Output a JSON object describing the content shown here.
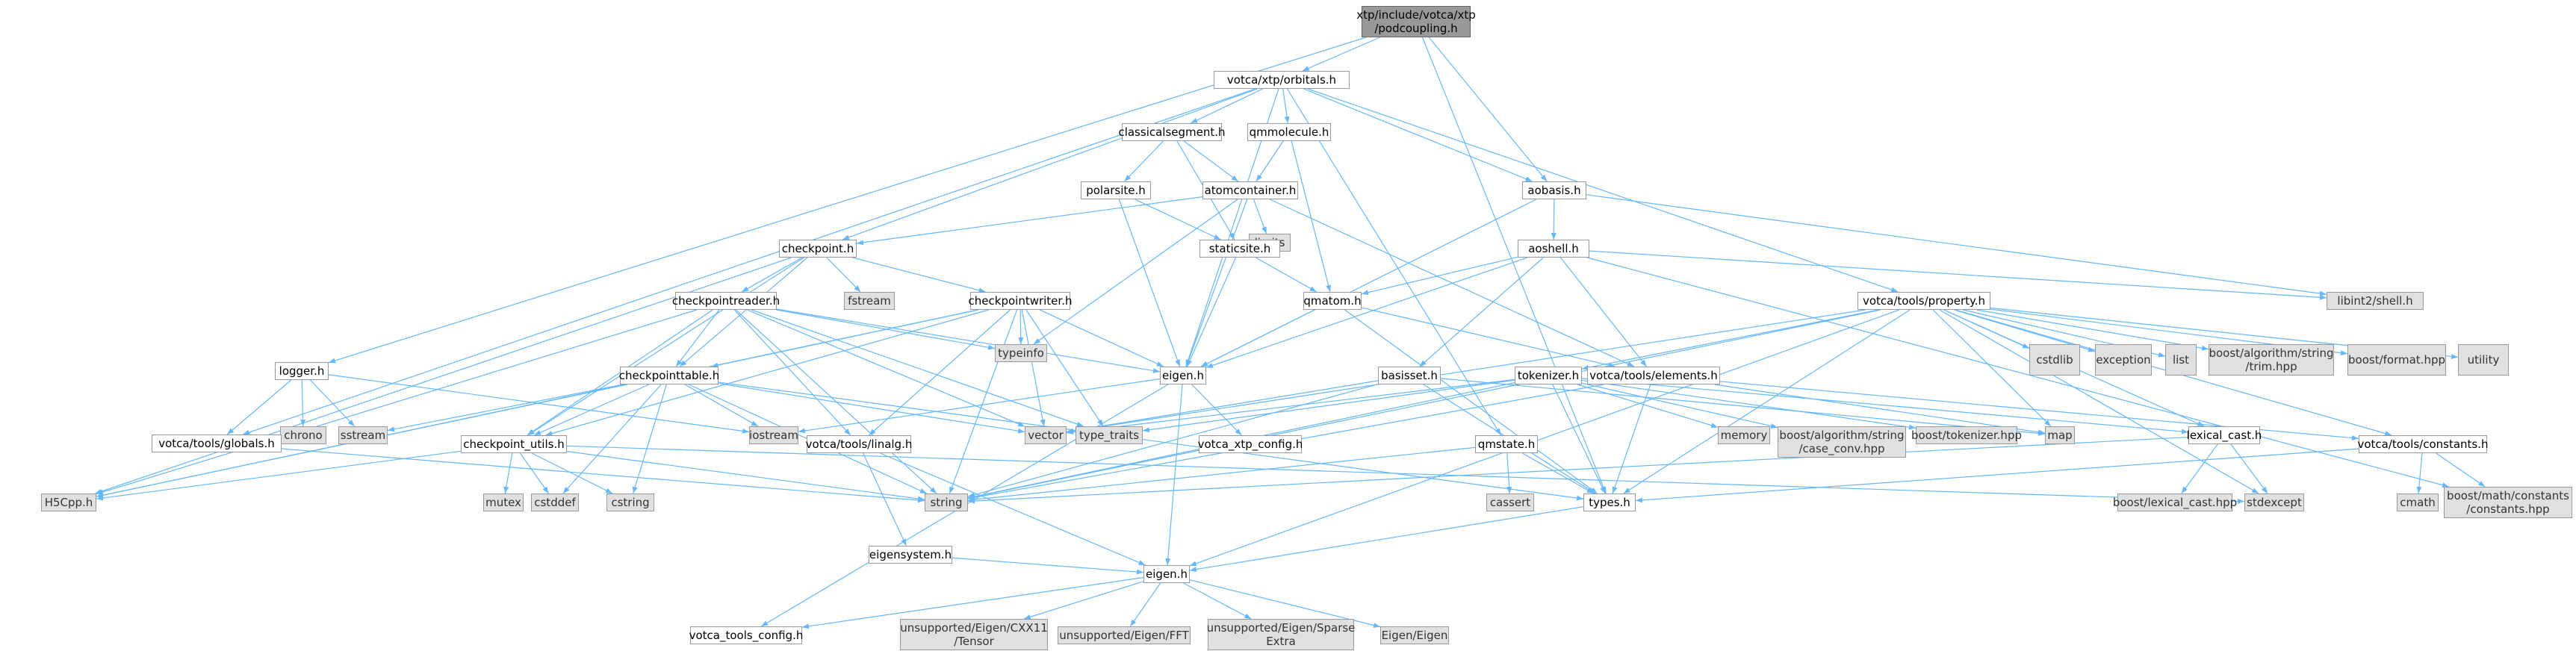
{
  "graph": {
    "nodes": {
      "podcoupling": {
        "label": "xtp/include/votca/xtp\n/podcoupling.h",
        "kind": "root"
      },
      "orbitals": {
        "label": "votca/xtp/orbitals.h",
        "kind": "normal"
      },
      "classicalsegment": {
        "label": "classicalsegment.h",
        "kind": "normal"
      },
      "qmmolecule": {
        "label": "qmmolecule.h",
        "kind": "normal"
      },
      "polarsite": {
        "label": "polarsite.h",
        "kind": "normal"
      },
      "atomcontainer": {
        "label": "atomcontainer.h",
        "kind": "normal"
      },
      "limits": {
        "label": "limits",
        "kind": "external"
      },
      "aobasis": {
        "label": "aobasis.h",
        "kind": "normal"
      },
      "aoshell": {
        "label": "aoshell.h",
        "kind": "normal"
      },
      "libint2": {
        "label": "libint2/shell.h",
        "kind": "external"
      },
      "checkpoint": {
        "label": "checkpoint.h",
        "kind": "normal"
      },
      "fstream": {
        "label": "fstream",
        "kind": "external"
      },
      "staticsite": {
        "label": "staticsite.h",
        "kind": "normal"
      },
      "qmatom": {
        "label": "qmatom.h",
        "kind": "normal"
      },
      "property": {
        "label": "votca/tools/property.h",
        "kind": "normal"
      },
      "checkpointreader": {
        "label": "checkpointreader.h",
        "kind": "normal"
      },
      "checkpointwriter": {
        "label": "checkpointwriter.h",
        "kind": "normal"
      },
      "typeinfo": {
        "label": "typeinfo",
        "kind": "external"
      },
      "cstdlib": {
        "label": "cstdlib",
        "kind": "external"
      },
      "exception": {
        "label": "exception",
        "kind": "external"
      },
      "list": {
        "label": "list",
        "kind": "external"
      },
      "trim": {
        "label": "boost/algorithm/string\n/trim.hpp",
        "kind": "external"
      },
      "format": {
        "label": "boost/format.hpp",
        "kind": "external"
      },
      "utility": {
        "label": "utility",
        "kind": "external"
      },
      "logger": {
        "label": "logger.h",
        "kind": "normal"
      },
      "checkpointtable": {
        "label": "checkpointtable.h",
        "kind": "normal"
      },
      "eigen_xtp": {
        "label": "eigen.h",
        "kind": "normal"
      },
      "basisset": {
        "label": "basisset.h",
        "kind": "normal"
      },
      "tokenizer": {
        "label": "tokenizer.h",
        "kind": "normal"
      },
      "elements": {
        "label": "votca/tools/elements.h",
        "kind": "normal"
      },
      "chrono": {
        "label": "chrono",
        "kind": "external"
      },
      "sstream": {
        "label": "sstream",
        "kind": "external"
      },
      "iostream": {
        "label": "iostream",
        "kind": "external"
      },
      "vector": {
        "label": "vector",
        "kind": "external"
      },
      "type_traits": {
        "label": "type_traits",
        "kind": "external"
      },
      "memory": {
        "label": "memory",
        "kind": "external"
      },
      "case_conv": {
        "label": "boost/algorithm/string\n/case_conv.hpp",
        "kind": "external"
      },
      "boost_tokenizer": {
        "label": "boost/tokenizer.hpp",
        "kind": "external"
      },
      "map": {
        "label": "map",
        "kind": "external"
      },
      "lexical_cast": {
        "label": "lexical_cast.h",
        "kind": "normal"
      },
      "globals": {
        "label": "votca/tools/globals.h",
        "kind": "normal"
      },
      "checkpoint_utils": {
        "label": "checkpoint_utils.h",
        "kind": "normal"
      },
      "linalg": {
        "label": "votca/tools/linalg.h",
        "kind": "normal"
      },
      "xtp_config": {
        "label": "votca_xtp_config.h",
        "kind": "normal"
      },
      "qmstate": {
        "label": "qmstate.h",
        "kind": "normal"
      },
      "constants": {
        "label": "votca/tools/constants.h",
        "kind": "normal"
      },
      "h5cpp": {
        "label": "H5Cpp.h",
        "kind": "external"
      },
      "mutex": {
        "label": "mutex",
        "kind": "external"
      },
      "cstddef": {
        "label": "cstddef",
        "kind": "external"
      },
      "cstring": {
        "label": "cstring",
        "kind": "external"
      },
      "string": {
        "label": "string",
        "kind": "external"
      },
      "cassert": {
        "label": "cassert",
        "kind": "external"
      },
      "types": {
        "label": "types.h",
        "kind": "normal"
      },
      "boost_lexical": {
        "label": "boost/lexical_cast.hpp",
        "kind": "external"
      },
      "stdexcept": {
        "label": "stdexcept",
        "kind": "external"
      },
      "cmath": {
        "label": "cmath",
        "kind": "external"
      },
      "math_constants": {
        "label": "boost/math/constants\n/constants.hpp",
        "kind": "external"
      },
      "eigensystem": {
        "label": "eigensystem.h",
        "kind": "normal"
      },
      "eigen_tools": {
        "label": "eigen.h",
        "kind": "normal"
      },
      "tools_config": {
        "label": "votca_tools_config.h",
        "kind": "normal"
      },
      "cxx11": {
        "label": "unsupported/Eigen/CXX11\n/Tensor",
        "kind": "external"
      },
      "fft": {
        "label": "unsupported/Eigen/FFT",
        "kind": "external"
      },
      "sparse": {
        "label": "unsupported/Eigen/Sparse\nExtra",
        "kind": "external"
      },
      "eigen_eigen": {
        "label": "Eigen/Eigen",
        "kind": "external"
      }
    },
    "edges": [
      [
        "podcoupling",
        "orbitals"
      ],
      [
        "podcoupling",
        "logger"
      ],
      [
        "podcoupling",
        "aobasis"
      ],
      [
        "podcoupling",
        "types"
      ],
      [
        "orbitals",
        "classicalsegment"
      ],
      [
        "orbitals",
        "qmmolecule"
      ],
      [
        "orbitals",
        "aobasis"
      ],
      [
        "orbitals",
        "checkpoint"
      ],
      [
        "orbitals",
        "eigen_xtp"
      ],
      [
        "orbitals",
        "qmstate"
      ],
      [
        "orbitals",
        "globals"
      ],
      [
        "orbitals",
        "property"
      ],
      [
        "classicalsegment",
        "polarsite"
      ],
      [
        "classicalsegment",
        "atomcontainer"
      ],
      [
        "classicalsegment",
        "staticsite"
      ],
      [
        "qmmolecule",
        "atomcontainer"
      ],
      [
        "qmmolecule",
        "qmatom"
      ],
      [
        "polarsite",
        "staticsite"
      ],
      [
        "polarsite",
        "eigen_xtp"
      ],
      [
        "atomcontainer",
        "limits"
      ],
      [
        "atomcontainer",
        "checkpoint"
      ],
      [
        "atomcontainer",
        "eigen_xtp"
      ],
      [
        "atomcontainer",
        "elements"
      ],
      [
        "atomcontainer",
        "typeinfo"
      ],
      [
        "aobasis",
        "aoshell"
      ],
      [
        "aobasis",
        "eigen_xtp"
      ],
      [
        "aobasis",
        "libint2"
      ],
      [
        "aoshell",
        "qmatom"
      ],
      [
        "aoshell",
        "basisset"
      ],
      [
        "aoshell",
        "eigen_xtp"
      ],
      [
        "aoshell",
        "libint2"
      ],
      [
        "aoshell",
        "math_constants"
      ],
      [
        "aoshell",
        "elements"
      ],
      [
        "checkpoint",
        "fstream"
      ],
      [
        "checkpoint",
        "checkpointreader"
      ],
      [
        "checkpoint",
        "checkpointwriter"
      ],
      [
        "checkpoint",
        "checkpointtable"
      ],
      [
        "checkpoint",
        "checkpoint_utils"
      ],
      [
        "checkpoint",
        "h5cpp"
      ],
      [
        "staticsite",
        "qmatom"
      ],
      [
        "staticsite",
        "eigen_xtp"
      ],
      [
        "qmatom",
        "eigen_xtp"
      ],
      [
        "qmatom",
        "types"
      ],
      [
        "qmatom",
        "elements"
      ],
      [
        "property",
        "cstdlib"
      ],
      [
        "property",
        "exception"
      ],
      [
        "property",
        "list"
      ],
      [
        "property",
        "trim"
      ],
      [
        "property",
        "format"
      ],
      [
        "property",
        "utility"
      ],
      [
        "property",
        "map"
      ],
      [
        "property",
        "tokenizer"
      ],
      [
        "property",
        "lexical_cast"
      ],
      [
        "property",
        "constants"
      ],
      [
        "property",
        "stdexcept"
      ],
      [
        "property",
        "string"
      ],
      [
        "property",
        "eigen_tools"
      ],
      [
        "property",
        "types"
      ],
      [
        "property",
        "vector"
      ],
      [
        "checkpointreader",
        "checkpointtable"
      ],
      [
        "checkpointreader",
        "checkpoint_utils"
      ],
      [
        "checkpointreader",
        "eigen_xtp"
      ],
      [
        "checkpointreader",
        "h5cpp"
      ],
      [
        "checkpointreader",
        "linalg"
      ],
      [
        "checkpointreader",
        "string"
      ],
      [
        "checkpointreader",
        "type_traits"
      ],
      [
        "checkpointreader",
        "typeinfo"
      ],
      [
        "checkpointreader",
        "vector"
      ],
      [
        "checkpointwriter",
        "checkpointtable"
      ],
      [
        "checkpointwriter",
        "checkpoint_utils"
      ],
      [
        "checkpointwriter",
        "eigen_xtp"
      ],
      [
        "checkpointwriter",
        "h5cpp"
      ],
      [
        "checkpointwriter",
        "linalg"
      ],
      [
        "checkpointwriter",
        "string"
      ],
      [
        "checkpointwriter",
        "type_traits"
      ],
      [
        "checkpointwriter",
        "typeinfo"
      ],
      [
        "checkpointwriter",
        "vector"
      ],
      [
        "logger",
        "chrono"
      ],
      [
        "logger",
        "sstream"
      ],
      [
        "logger",
        "iostream"
      ],
      [
        "logger",
        "globals"
      ],
      [
        "checkpointtable",
        "checkpoint_utils"
      ],
      [
        "checkpointtable",
        "sstream"
      ],
      [
        "checkpointtable",
        "iostream"
      ],
      [
        "checkpointtable",
        "vector"
      ],
      [
        "checkpointtable",
        "cstddef"
      ],
      [
        "checkpointtable",
        "cstring"
      ],
      [
        "checkpointtable",
        "string"
      ],
      [
        "checkpointtable",
        "h5cpp"
      ],
      [
        "checkpointtable",
        "types"
      ],
      [
        "eigen_xtp",
        "eigen_tools"
      ],
      [
        "eigen_xtp",
        "xtp_config"
      ],
      [
        "eigen_xtp",
        "tools_config"
      ],
      [
        "eigen_xtp",
        "iostream"
      ],
      [
        "basisset",
        "string"
      ],
      [
        "basisset",
        "map"
      ],
      [
        "basisset",
        "vector"
      ],
      [
        "basisset",
        "types"
      ],
      [
        "tokenizer",
        "string"
      ],
      [
        "tokenizer",
        "vector"
      ],
      [
        "tokenizer",
        "type_traits"
      ],
      [
        "tokenizer",
        "memory"
      ],
      [
        "tokenizer",
        "case_conv"
      ],
      [
        "tokenizer",
        "boost_tokenizer"
      ],
      [
        "tokenizer",
        "types"
      ],
      [
        "tokenizer",
        "lexical_cast"
      ],
      [
        "elements",
        "map"
      ],
      [
        "elements",
        "string"
      ],
      [
        "elements",
        "constants"
      ],
      [
        "elements",
        "types"
      ],
      [
        "lexical_cast",
        "boost_lexical"
      ],
      [
        "lexical_cast",
        "stdexcept"
      ],
      [
        "lexical_cast",
        "string"
      ],
      [
        "globals",
        "string"
      ],
      [
        "checkpoint_utils",
        "mutex"
      ],
      [
        "checkpoint_utils",
        "cstddef"
      ],
      [
        "checkpoint_utils",
        "cstring"
      ],
      [
        "checkpoint_utils",
        "string"
      ],
      [
        "checkpoint_utils",
        "h5cpp"
      ],
      [
        "checkpoint_utils",
        "stdexcept"
      ],
      [
        "linalg",
        "eigensystem"
      ],
      [
        "linalg",
        "eigen_tools"
      ],
      [
        "qmstate",
        "cassert"
      ],
      [
        "qmstate",
        "string"
      ],
      [
        "qmstate",
        "types"
      ],
      [
        "constants",
        "cmath"
      ],
      [
        "constants",
        "math_constants"
      ],
      [
        "constants",
        "types"
      ],
      [
        "types",
        "eigen_tools"
      ],
      [
        "eigensystem",
        "eigen_tools"
      ],
      [
        "eigen_tools",
        "tools_config"
      ],
      [
        "eigen_tools",
        "cxx11"
      ],
      [
        "eigen_tools",
        "fft"
      ],
      [
        "eigen_tools",
        "sparse"
      ],
      [
        "eigen_tools",
        "eigen_eigen"
      ]
    ]
  }
}
